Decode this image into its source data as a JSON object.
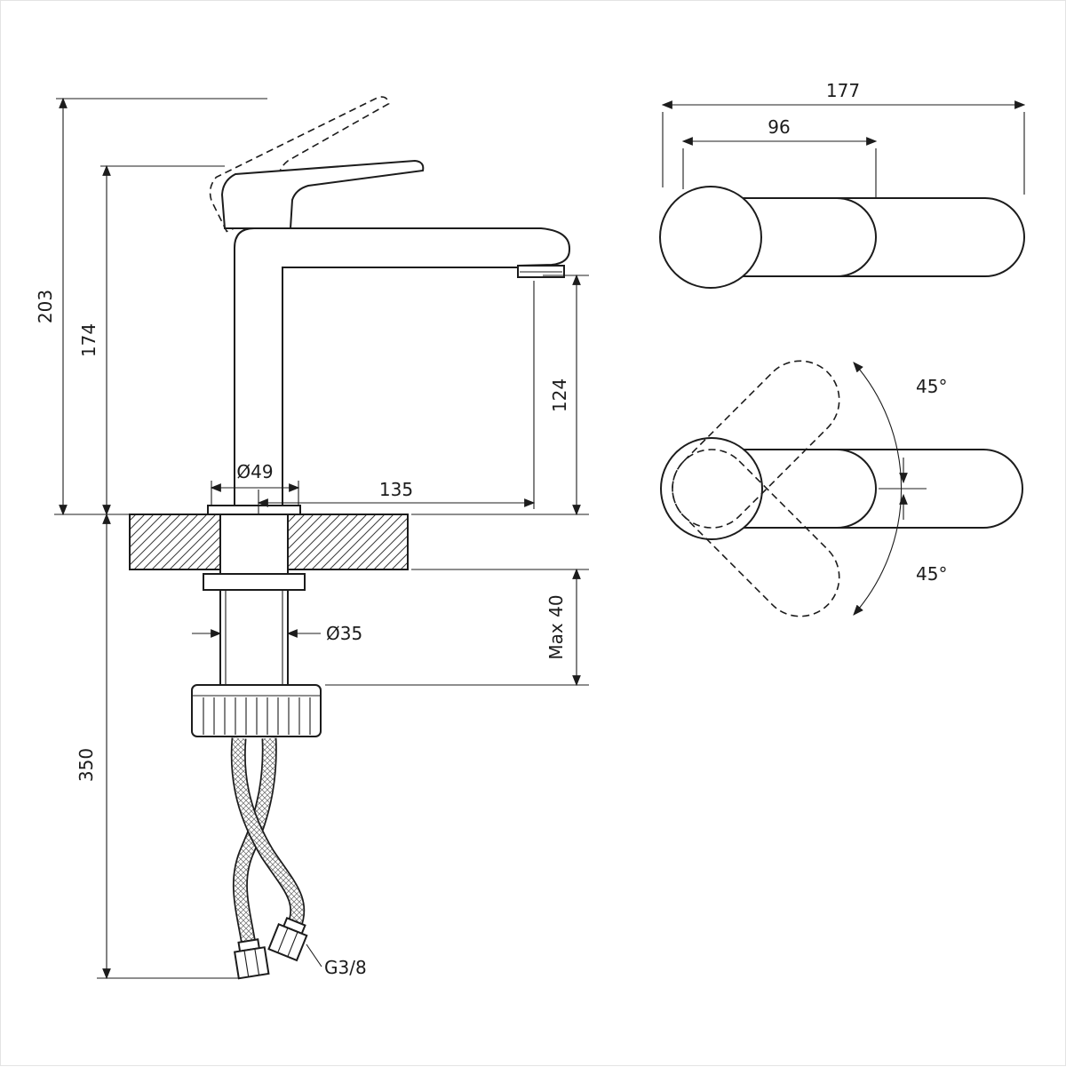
{
  "drawing": {
    "type": "technical-dimension-drawing",
    "subject": "single-lever basin mixer tap",
    "colors": {
      "line": "#1c1c1c",
      "background": "#ffffff"
    },
    "labels": {
      "height_total": "203",
      "height_body": "174",
      "height_spout_to_deck": "124",
      "spout_reach": "135",
      "base_diameter": "Ø49",
      "shank_diameter": "Ø35",
      "deck_thickness_max": "Max 40",
      "length_below_deck": "350",
      "hose_thread": "G3/8",
      "plan_total_length": "177",
      "plan_handle_length": "96",
      "swivel_angle_up": "45°",
      "swivel_angle_down": "45°"
    }
  }
}
